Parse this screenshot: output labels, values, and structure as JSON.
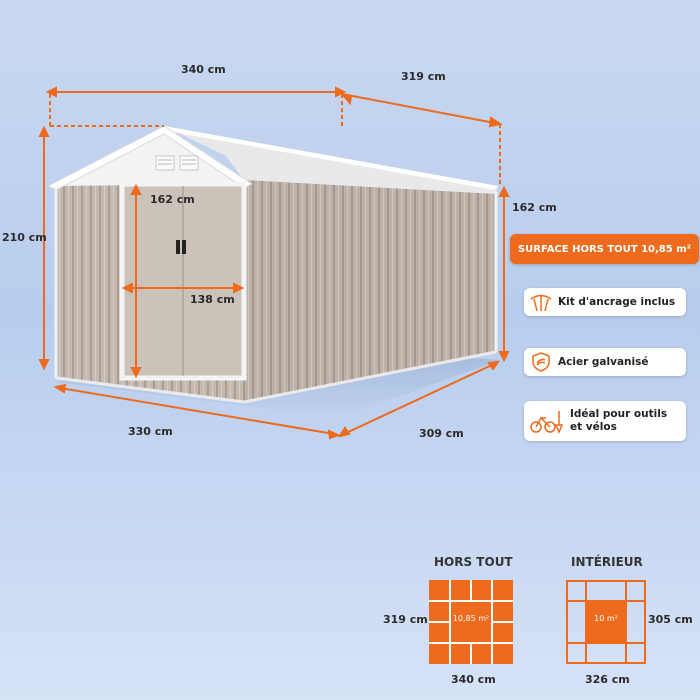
{
  "shed_dimensions": {
    "width_top": "340 cm",
    "depth_top": "319 cm",
    "height_total": "210 cm",
    "height_side": "162 cm",
    "door_height": "162 cm",
    "door_width": "138 cm",
    "width_bottom": "330 cm",
    "depth_bottom": "309 cm"
  },
  "badge": {
    "label": "SURFACE HORS TOUT 10,85 m²"
  },
  "features": [
    {
      "icon": "anchor-kit-icon",
      "label": "Kit d'ancrage inclus"
    },
    {
      "icon": "galvanized-steel-shield-icon",
      "label": "Acier galvanisé"
    },
    {
      "icon": "bike-tools-icon",
      "label": "Idéal pour outils et vélos"
    }
  ],
  "plans": {
    "outside": {
      "title": "HORS TOUT",
      "area": "10,85 m²",
      "side": "319 cm",
      "bottom": "340 cm"
    },
    "inside": {
      "title": "INTÉRIEUR",
      "area": "10 m²",
      "side": "305 cm",
      "bottom": "326 cm"
    }
  },
  "colors": {
    "accent": "#ee6a1c",
    "shed_wall": "#bfb4ab",
    "shed_trim": "#f4f4f4"
  }
}
